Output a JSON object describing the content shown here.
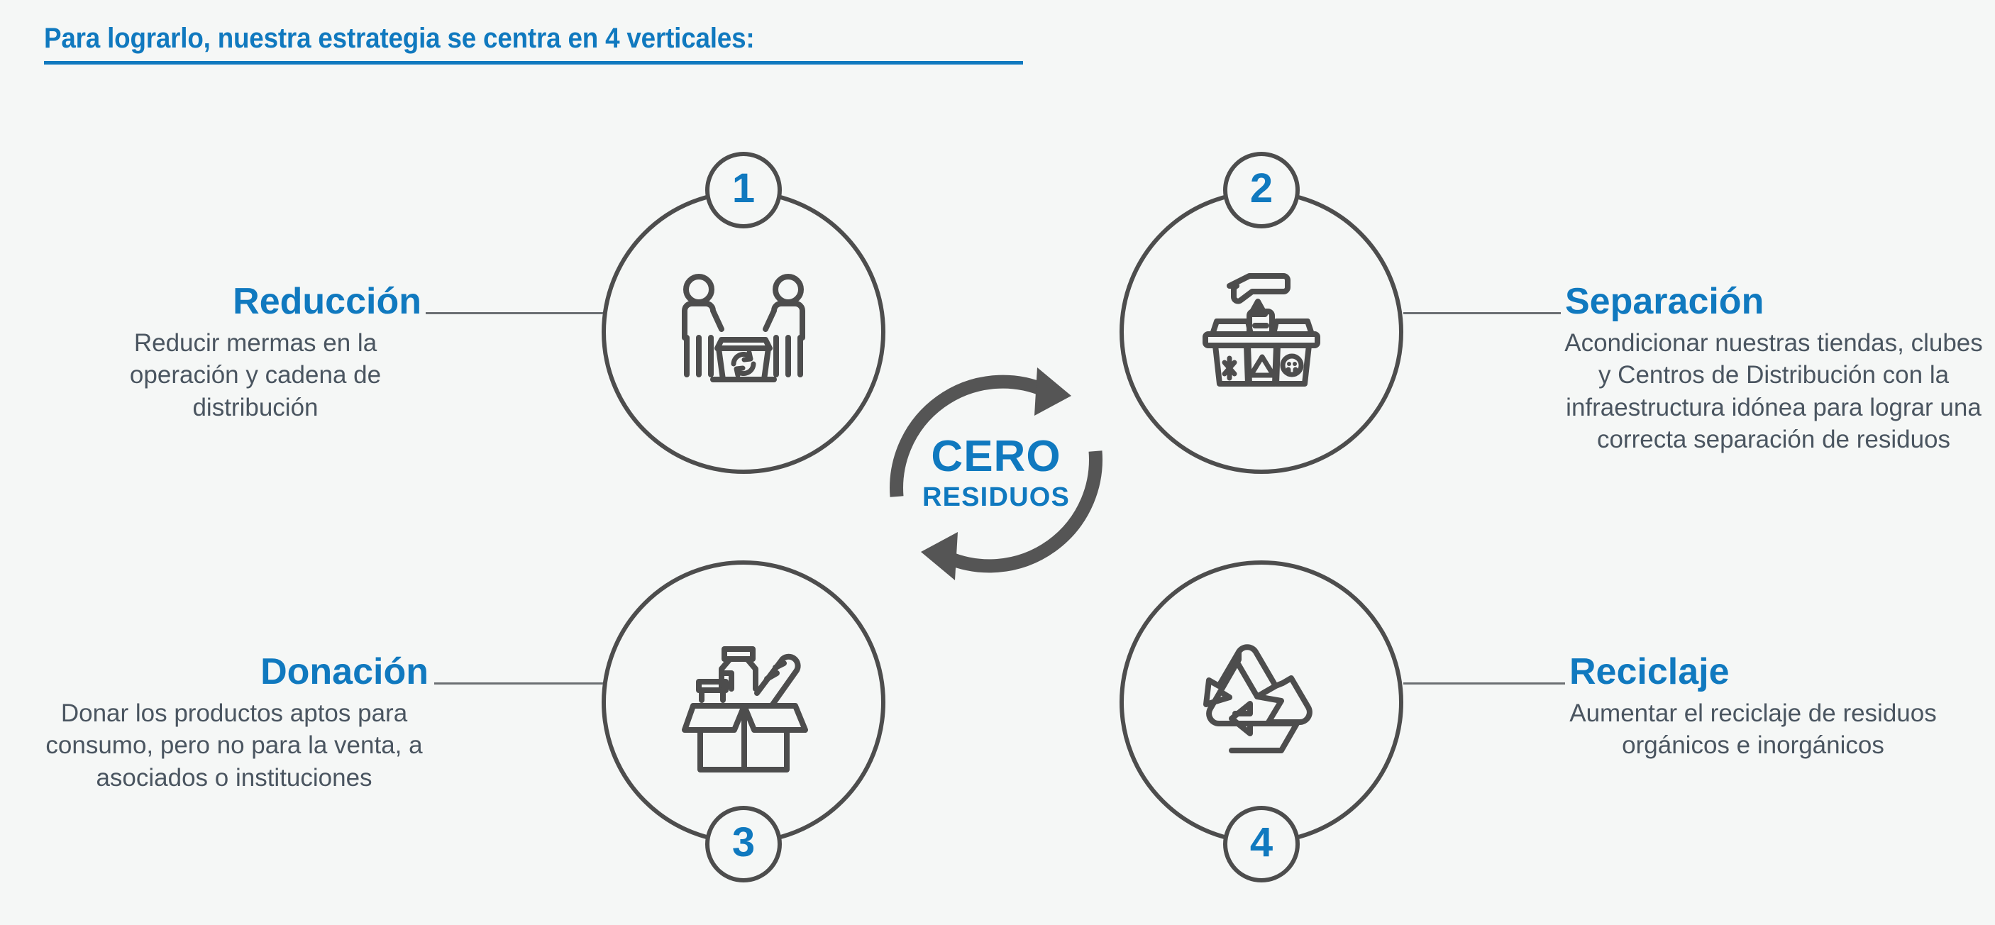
{
  "header": {
    "title": "Para lograrlo, nuestra estrategia se centra en 4 verticales:",
    "rule_color": "#1079bf"
  },
  "center": {
    "main": "CERO",
    "sub": "RESIDUOS",
    "arrow_color": "#555555",
    "text_color": "#1079bf"
  },
  "colors": {
    "background": "#f5f7f6",
    "accent_blue": "#1079bf",
    "icon_gray": "#4d4d4d",
    "body_text": "#4a5560",
    "connector": "#6b6f72"
  },
  "verticals": [
    {
      "number": "1",
      "title": "Reducción",
      "description": "Reducir mermas en la operación y cadena de distribución",
      "icon": "people-with-recycling-bin-icon",
      "badge_position": "top",
      "side": "left"
    },
    {
      "number": "2",
      "title": "Separación",
      "description": "Acondicionar nuestras tiendas, clubes y Centros de Distribución con la infraestructura idónea para lograr una correcta separación de residuos",
      "icon": "hand-sorting-waste-bins-icon",
      "badge_position": "top",
      "side": "right"
    },
    {
      "number": "3",
      "title": "Donación",
      "description": "Donar los productos aptos para consumo, pero no para la venta, a asociados o instituciones",
      "icon": "open-box-with-food-icon",
      "badge_position": "bottom",
      "side": "left"
    },
    {
      "number": "4",
      "title": "Reciclaje",
      "description": "Aumentar el reciclaje de residuos orgánicos e inorgánicos",
      "icon": "recycling-triangle-icon",
      "badge_position": "bottom",
      "side": "right"
    }
  ]
}
